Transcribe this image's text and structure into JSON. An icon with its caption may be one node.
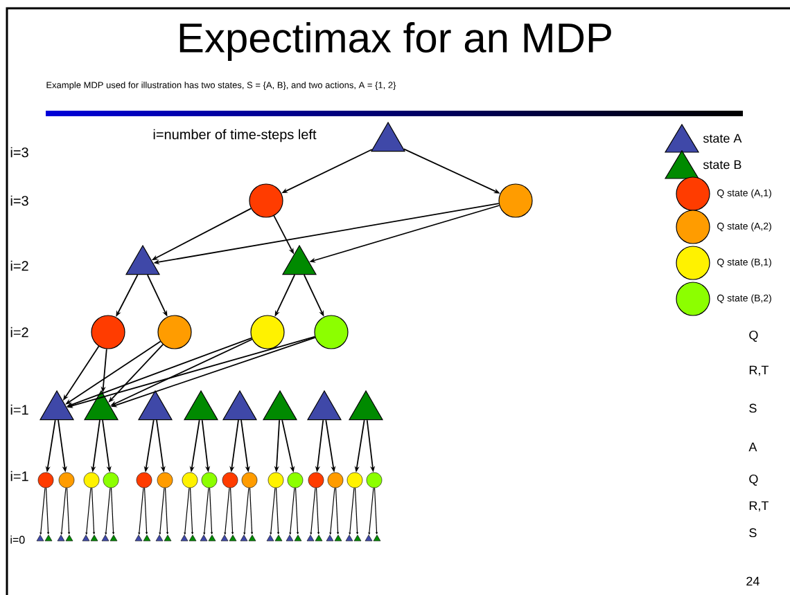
{
  "diagram": {
    "title": "Expectimax for an MDP",
    "nodes": [
      {
        "text": [],
        "shape": "triangle"
      },
      {
        "text": [],
        "shape": "circle"
      },
      {
        "text": [],
        "shape": "circle"
      },
      {
        "text": [],
        "shape": "triangle"
      },
      {
        "text": [],
        "shape": "triangle"
      },
      {
        "text": [],
        "shape": "circle"
      },
      {
        "text": [],
        "shape": "circle"
      },
      {
        "text": [],
        "shape": "circle"
      },
      {
        "text": [],
        "shape": "circle"
      },
      {
        "text": [],
        "shape": "triangle"
      },
      {
        "text": [],
        "shape": "triangle"
      },
      {
        "text": [],
        "shape": "triangle"
      },
      {
        "text": [],
        "shape": "triangle"
      },
      {
        "text": [],
        "shape": "triangle"
      },
      {
        "text": [],
        "shape": "triangle"
      },
      {
        "text": [],
        "shape": "triangle"
      },
      {
        "text": [],
        "shape": "triangle"
      },
      {
        "text": [],
        "shape": "circle"
      },
      {
        "text": [],
        "shape": "circle"
      },
      {
        "text": [],
        "shape": "circle"
      },
      {
        "text": [],
        "shape": "circle"
      },
      {
        "text": [],
        "shape": "circle"
      },
      {
        "text": [],
        "shape": "circle"
      },
      {
        "text": [],
        "shape": "circle"
      },
      {
        "text": [],
        "shape": "circle"
      },
      {
        "text": [],
        "shape": "circle"
      },
      {
        "text": [],
        "shape": "circle"
      },
      {
        "text": [],
        "shape": "circle"
      },
      {
        "text": [],
        "shape": "circle"
      },
      {
        "text": [],
        "shape": "circle"
      },
      {
        "text": [],
        "shape": "circle"
      },
      {
        "text": [],
        "shape": "circle"
      },
      {
        "text": [],
        "shape": "circle"
      },
      {
        "text": [],
        "shape": "triangle"
      },
      {
        "text": [],
        "shape": "triangle"
      },
      {
        "text": [],
        "shape": "triangle"
      },
      {
        "text": [],
        "shape": "triangle"
      },
      {
        "text": [],
        "shape": "triangle"
      },
      {
        "text": [],
        "shape": "triangle"
      },
      {
        "text": [],
        "shape": "triangle"
      },
      {
        "text": [],
        "shape": "triangle"
      },
      {
        "text": [],
        "shape": "triangle"
      },
      {
        "text": [],
        "shape": "triangle"
      },
      {
        "text": [],
        "shape": "triangle"
      },
      {
        "text": [],
        "shape": "triangle"
      },
      {
        "text": [],
        "shape": "triangle"
      },
      {
        "text": [],
        "shape": "triangle"
      },
      {
        "text": [],
        "shape": "triangle"
      },
      {
        "text": [],
        "shape": "triangle"
      },
      {
        "text": [],
        "shape": "triangle"
      },
      {
        "text": [],
        "shape": "triangle"
      },
      {
        "text": [],
        "shape": "triangle"
      },
      {
        "text": [],
        "shape": "triangle"
      },
      {
        "text": [],
        "shape": "triangle"
      },
      {
        "text": [],
        "shape": "triangle"
      },
      {
        "text": [],
        "shape": "triangle"
      },
      {
        "text": [],
        "shape": "triangle"
      },
      {
        "text": [],
        "shape": "triangle"
      },
      {
        "text": [],
        "shape": "triangle"
      },
      {
        "text": [],
        "shape": "triangle"
      },
      {
        "text": [],
        "shape": "triangle"
      },
      {
        "text": [],
        "shape": "triangle"
      },
      {
        "text": [],
        "shape": "triangle"
      },
      {
        "text": [],
        "shape": "triangle"
      },
      {
        "text": [],
        "shape": "triangle"
      }
    ],
    "edges": [
      {
        "from": 0,
        "to": 1,
        "arrow": "to"
      },
      {
        "from": 0,
        "to": 2,
        "arrow": "to"
      },
      {
        "from": 1,
        "to": 3,
        "arrow": "to"
      },
      {
        "from": 1,
        "to": 4,
        "arrow": "to"
      },
      {
        "from": 2,
        "to": 3,
        "arrow": "to"
      },
      {
        "from": 2,
        "to": 4,
        "arrow": "to"
      },
      {
        "from": 3,
        "to": 5,
        "arrow": "to"
      },
      {
        "from": 3,
        "to": 6,
        "arrow": "to"
      },
      {
        "from": 4,
        "to": 7,
        "arrow": "to"
      },
      {
        "from": 4,
        "to": 8,
        "arrow": "to"
      },
      {
        "from": 5,
        "to": 9,
        "arrow": "to"
      },
      {
        "from": 5,
        "to": 10,
        "arrow": "to"
      },
      {
        "from": 6,
        "to": 9,
        "arrow": "to"
      },
      {
        "from": 6,
        "to": 10,
        "arrow": "to"
      },
      {
        "from": 7,
        "to": 9,
        "arrow": "to"
      },
      {
        "from": 7,
        "to": 10,
        "arrow": "to"
      },
      {
        "from": 8,
        "to": 9,
        "arrow": "to"
      },
      {
        "from": 8,
        "to": 10,
        "arrow": "to"
      },
      {
        "from": 9,
        "to": 17,
        "arrow": "to"
      },
      {
        "from": 9,
        "to": 18,
        "arrow": "to"
      },
      {
        "from": 10,
        "to": 19,
        "arrow": "to"
      },
      {
        "from": 10,
        "to": 20,
        "arrow": "to"
      },
      {
        "from": 11,
        "to": 21,
        "arrow": "to"
      },
      {
        "from": 11,
        "to": 22,
        "arrow": "to"
      },
      {
        "from": 12,
        "to": 23,
        "arrow": "to"
      },
      {
        "from": 12,
        "to": 24,
        "arrow": "to"
      },
      {
        "from": 13,
        "to": 25,
        "arrow": "to"
      },
      {
        "from": 13,
        "to": 26,
        "arrow": "to"
      },
      {
        "from": 14,
        "to": 27,
        "arrow": "to"
      },
      {
        "from": 14,
        "to": 28,
        "arrow": "to"
      },
      {
        "from": 15,
        "to": 29,
        "arrow": "to"
      },
      {
        "from": 15,
        "to": 30,
        "arrow": "to"
      },
      {
        "from": 16,
        "to": 31,
        "arrow": "to"
      },
      {
        "from": 16,
        "to": 32,
        "arrow": "to"
      },
      {
        "from": 17,
        "to": 33,
        "arrow": "to"
      },
      {
        "from": 17,
        "to": 34,
        "arrow": "to"
      },
      {
        "from": 18,
        "to": 35,
        "arrow": "to"
      },
      {
        "from": 18,
        "to": 36,
        "arrow": "to"
      },
      {
        "from": 19,
        "to": 37,
        "arrow": "to"
      },
      {
        "from": 19,
        "to": 38,
        "arrow": "to"
      },
      {
        "from": 20,
        "to": 39,
        "arrow": "to"
      },
      {
        "from": 20,
        "to": 40,
        "arrow": "to"
      },
      {
        "from": 21,
        "to": 41,
        "arrow": "to"
      },
      {
        "from": 21,
        "to": 42,
        "arrow": "to"
      },
      {
        "from": 22,
        "to": 43,
        "arrow": "to"
      },
      {
        "from": 22,
        "to": 44,
        "arrow": "to"
      },
      {
        "from": 23,
        "to": 45,
        "arrow": "to"
      },
      {
        "from": 23,
        "to": 46,
        "arrow": "to"
      },
      {
        "from": 24,
        "to": 47,
        "arrow": "to"
      },
      {
        "from": 24,
        "to": 48,
        "arrow": "to"
      },
      {
        "from": 25,
        "to": 49,
        "arrow": "to"
      },
      {
        "from": 25,
        "to": 50,
        "arrow": "to"
      },
      {
        "from": 26,
        "to": 51,
        "arrow": "to"
      },
      {
        "from": 26,
        "to": 52,
        "arrow": "to"
      },
      {
        "from": 27,
        "to": 53,
        "arrow": "to"
      },
      {
        "from": 27,
        "to": 54,
        "arrow": "to"
      },
      {
        "from": 28,
        "to": 55,
        "arrow": "to"
      },
      {
        "from": 28,
        "to": 56,
        "arrow": "to"
      },
      {
        "from": 29,
        "to": 57,
        "arrow": "to"
      },
      {
        "from": 29,
        "to": 58,
        "arrow": "to"
      },
      {
        "from": 30,
        "to": 59,
        "arrow": "to"
      },
      {
        "from": 30,
        "to": 60,
        "arrow": "to"
      },
      {
        "from": 31,
        "to": 61,
        "arrow": "to"
      },
      {
        "from": 31,
        "to": 62,
        "arrow": "to"
      },
      {
        "from": 32,
        "to": 63,
        "arrow": "to"
      },
      {
        "from": 32,
        "to": 64,
        "arrow": "to"
      }
    ],
    "labels": [
      "Example MDP used for illustration has two states, S = {A, B}, and two actions, A = {1, 2}",
      "i=number of time-steps left",
      "i=3",
      "i=3",
      "i=2",
      "i=2",
      "i=1",
      "i=1",
      "i=0",
      "Q",
      "R,T",
      "S",
      "A",
      "Q",
      "R,T",
      "S",
      "24"
    ],
    "legend": [
      {
        "text": "state A"
      },
      {
        "text": "state B"
      },
      {
        "text": "Q state (A,1)"
      },
      {
        "text": "Q state (A,2)"
      },
      {
        "text": "Q state (B,1)"
      },
      {
        "text": "Q state (B,2)"
      }
    ]
  }
}
